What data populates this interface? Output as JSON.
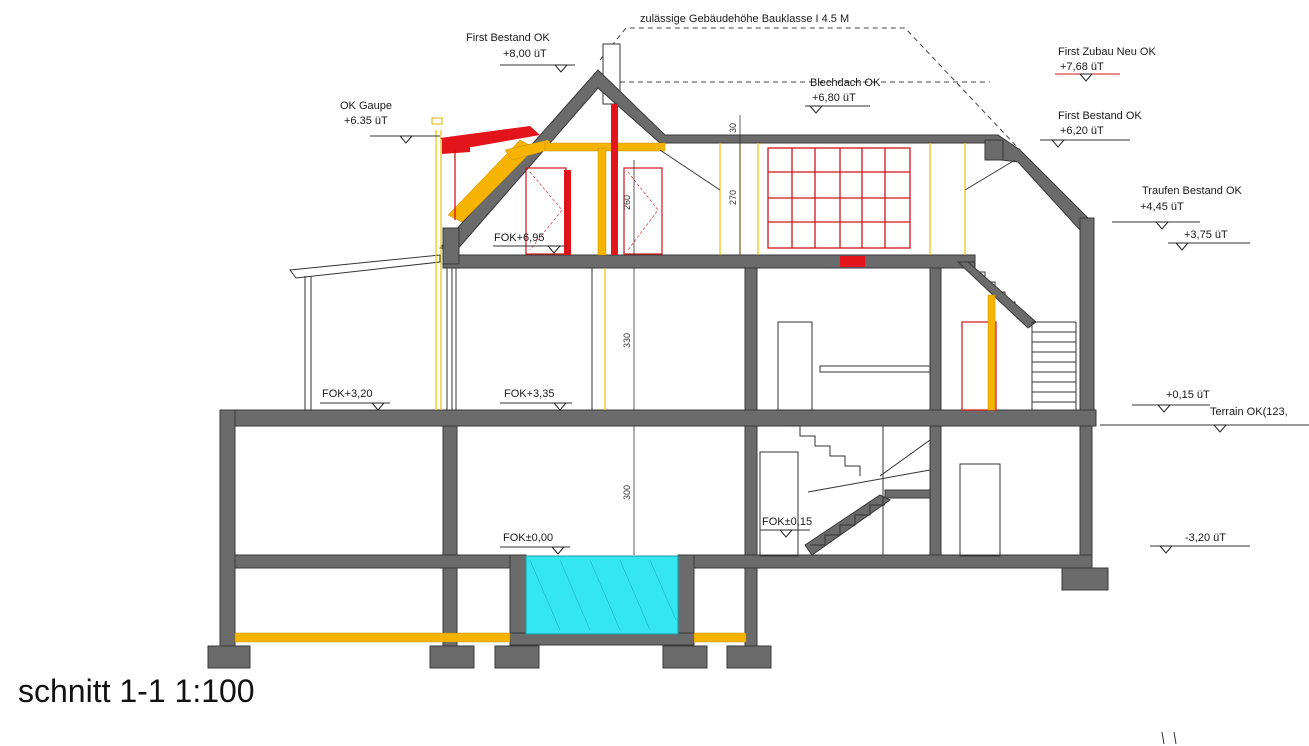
{
  "title": "schnitt 1-1   1:100",
  "annotations": {
    "height_limit": "zulässige Gebäudehöhe Bauklasse I 4.5 M",
    "first_bestand_top": "First Bestand  OK",
    "first_bestand_top_value": "+8,00 üT",
    "ok_gaupe": "OK Gaupe",
    "ok_gaupe_value": "+6.35 üT",
    "first_zubau": "First Zubau Neu  OK",
    "first_zubau_value": "+7,68 üT",
    "blechdach": "Blechdach  OK",
    "blechdach_value": "+6,80 üT",
    "first_bestand_right": "First Bestand  OK",
    "first_bestand_right_value": "+6,20 üT",
    "traufen": "Traufen Bestand   OK",
    "traufen_value": "+4,45 üT",
    "level_375": "+3,75 üT",
    "level_015": "+0,15 üT",
    "terrain": "Terrain OK(123,",
    "level_minus320": "-3,20 üT",
    "fok_695": "FOK+6,95",
    "fok_320": "FOK+3,20",
    "fok_335": "FOK+3,35",
    "fok_000": "FOK±0,00",
    "fok_015": "FOK±0,15"
  },
  "dimensions": {
    "d30": "30",
    "d270": "270",
    "d260": "260",
    "d330": "330",
    "d300": "300"
  },
  "colors": {
    "wall": "#6b6b6b",
    "new_construction": "#f6b300",
    "demolition": "#e3141b",
    "pool_water": "#33e6f0"
  }
}
